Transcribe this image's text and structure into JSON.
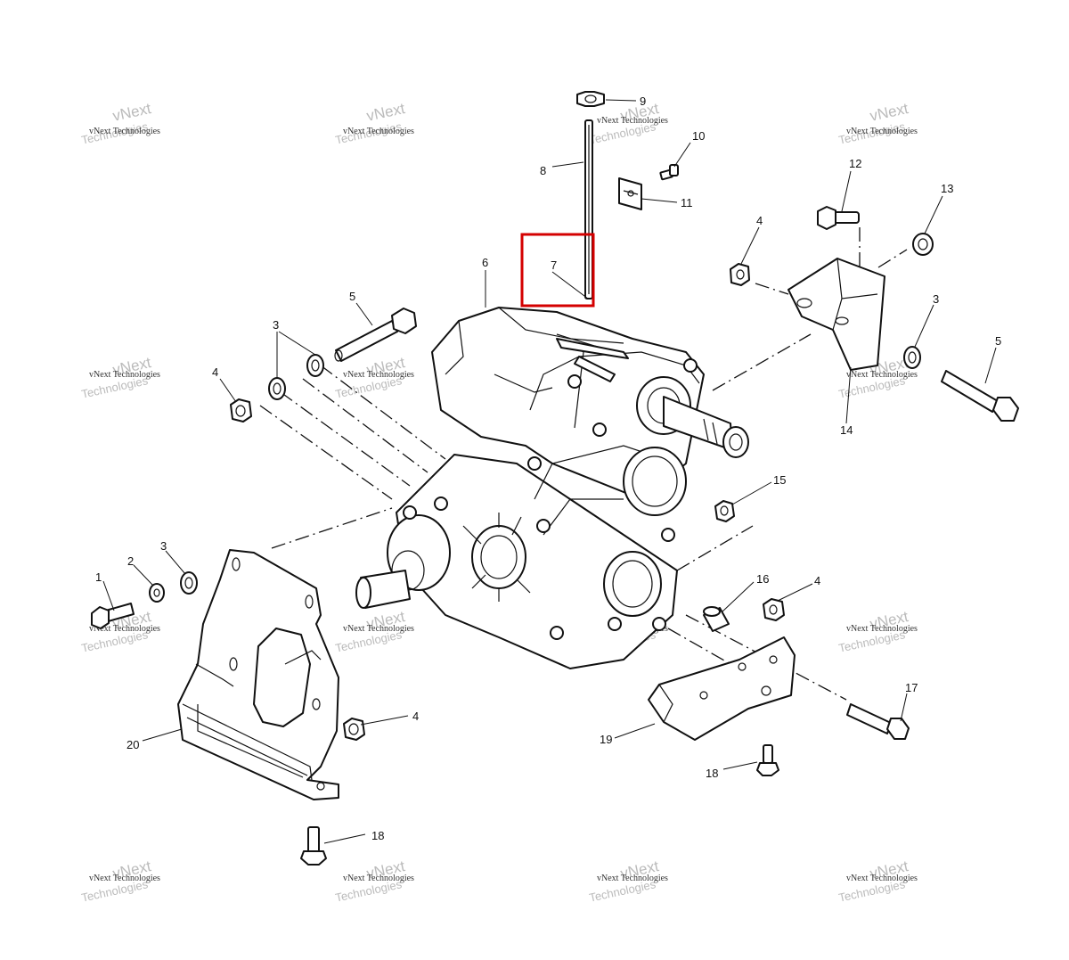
{
  "watermark": {
    "company": "vNext Technologies",
    "brand_top": "vNext",
    "brand_bottom": "Technologies"
  },
  "callouts": [
    {
      "id": "c9",
      "text": "9"
    },
    {
      "id": "c10",
      "text": "10"
    },
    {
      "id": "c8",
      "text": "8"
    },
    {
      "id": "c11",
      "text": "11"
    },
    {
      "id": "c12",
      "text": "12"
    },
    {
      "id": "c13",
      "text": "13"
    },
    {
      "id": "c4a",
      "text": "4"
    },
    {
      "id": "c7",
      "text": "7"
    },
    {
      "id": "c6",
      "text": "6"
    },
    {
      "id": "c5a",
      "text": "5"
    },
    {
      "id": "c3a",
      "text": "3"
    },
    {
      "id": "c3b",
      "text": "3"
    },
    {
      "id": "c5b",
      "text": "5"
    },
    {
      "id": "c4b",
      "text": "4"
    },
    {
      "id": "c14",
      "text": "14"
    },
    {
      "id": "c15",
      "text": "15"
    },
    {
      "id": "c1",
      "text": "1"
    },
    {
      "id": "c2",
      "text": "2"
    },
    {
      "id": "c3c",
      "text": "3"
    },
    {
      "id": "c16",
      "text": "16"
    },
    {
      "id": "c4c",
      "text": "4"
    },
    {
      "id": "c17",
      "text": "17"
    },
    {
      "id": "c4d",
      "text": "4"
    },
    {
      "id": "c19",
      "text": "19"
    },
    {
      "id": "c20",
      "text": "20"
    },
    {
      "id": "c18a",
      "text": "18"
    },
    {
      "id": "c18b",
      "text": "18"
    }
  ],
  "highlight": {
    "color": "#d40000",
    "target": "7"
  },
  "colors": {
    "line": "#111111",
    "watermark": "#bbbbbb",
    "background": "#ffffff"
  }
}
